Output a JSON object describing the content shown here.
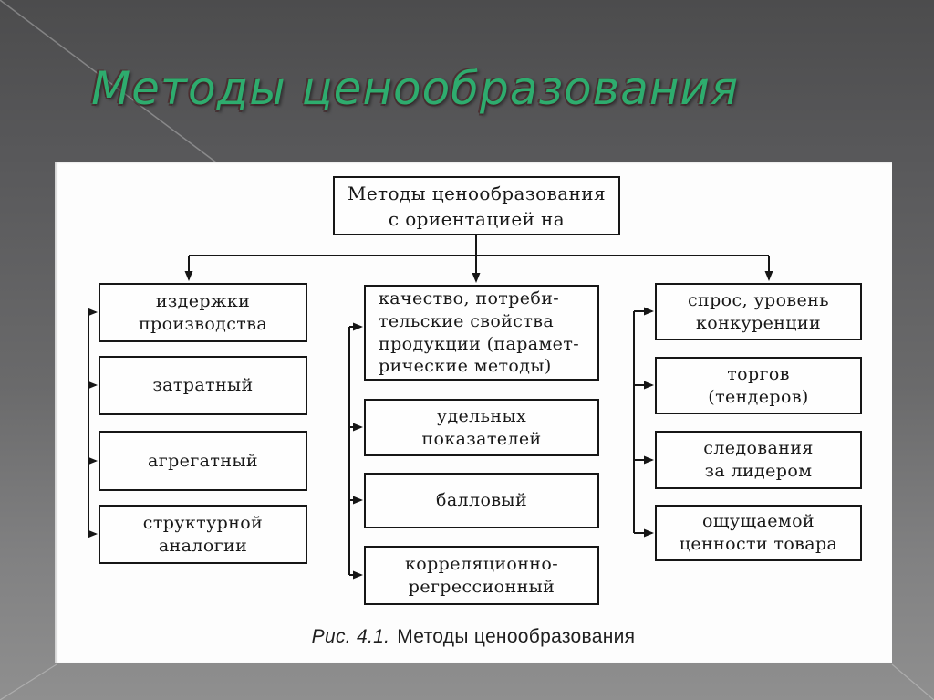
{
  "slide": {
    "title": "Методы ценообразования",
    "accent_color": "#2eac6e",
    "line_color": "#161616"
  },
  "diagram": {
    "root": "Методы ценообразования\nс ориентацией на",
    "col1": {
      "b1": "издержки\nпроизводства",
      "b2": "затратный",
      "b3": "агрегатный",
      "b4": "структурной\nаналогии"
    },
    "col2": {
      "b1": "качество, потреби-\nтельские свойства\nпродукции (парамет-\nрические методы)",
      "b2": "удельных\nпоказателей",
      "b3": "балловый",
      "b4": "корреляционно-\nрегрессионный"
    },
    "col3": {
      "b1": "спрос, уровень\nконкуренции",
      "b2": "торгов\n(тендеров)",
      "b3": "следования\nза лидером",
      "b4": "ощущаемой\nценности товара"
    },
    "caption": {
      "label": "Рис. 4.1.",
      "text": "Методы ценообразования"
    }
  }
}
